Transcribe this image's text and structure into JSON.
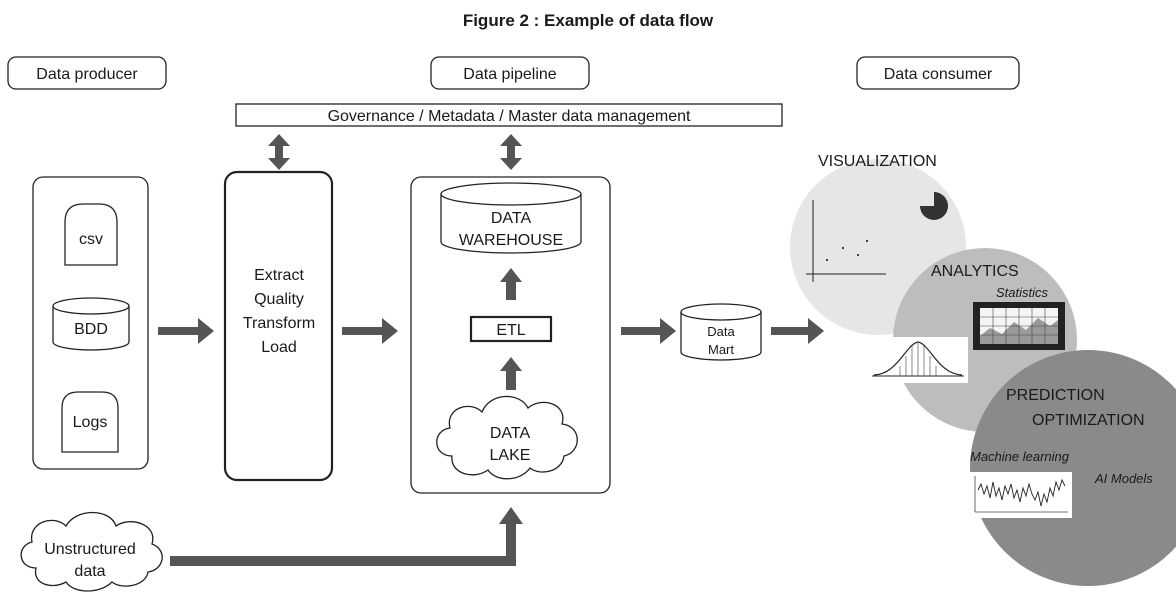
{
  "title": "Figure 2 : Example of data flow",
  "headers": {
    "producer": "Data producer",
    "pipeline": "Data pipeline",
    "consumer": "Data consumer"
  },
  "governance": "Governance / Metadata / Master data management",
  "sources": {
    "csv": "csv",
    "bdd": "BDD",
    "logs": "Logs"
  },
  "process": [
    "Extract",
    "Quality",
    "Transform",
    "Load"
  ],
  "warehouse": [
    "DATA",
    "WAREHOUSE"
  ],
  "etl": "ETL",
  "lake": [
    "DATA",
    "LAKE"
  ],
  "mart": [
    "Data",
    "Mart"
  ],
  "unstructured": [
    "Unstructured",
    "data"
  ],
  "consumer": {
    "visualization": "VISUALIZATION",
    "analytics": "ANALYTICS",
    "statistics": "Statistics",
    "prediction": "PREDICTION",
    "optimization": "OPTIMIZATION",
    "machine_learning": "Machine learning",
    "ai_models": "AI Models"
  },
  "colors": {
    "arrow": "#555555",
    "circle_light": "#e6e6e6",
    "circle_mid": "#bdbdbd",
    "circle_dark": "#8a8a8a"
  }
}
